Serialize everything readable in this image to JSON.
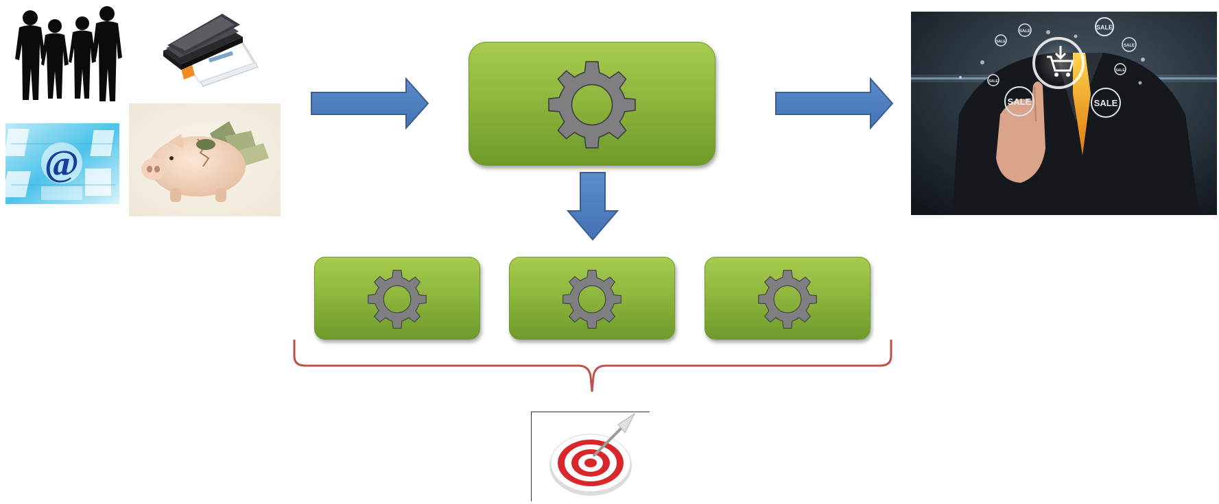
{
  "diagram": {
    "inputs": [
      "people-silhouettes",
      "document-scanner",
      "email-at-sign",
      "piggy-bank-money"
    ],
    "process": "gear-icon",
    "subprocesses": [
      "gear-icon",
      "gear-icon",
      "gear-icon"
    ],
    "output": "online-shopping-touch",
    "goal": "target-icon",
    "colors": {
      "box_green": "#8fb73e",
      "arrow_blue": "#4f7fbf",
      "arrow_border": "#3a5f8f",
      "brace_red": "#c0504d",
      "gear_gray": "#7f7f82"
    }
  },
  "output_image": {
    "sale_badges": [
      "SALE",
      "SALE",
      "SALE",
      "SALE",
      "SALE",
      "SALE",
      "SALE",
      "SALE"
    ]
  }
}
